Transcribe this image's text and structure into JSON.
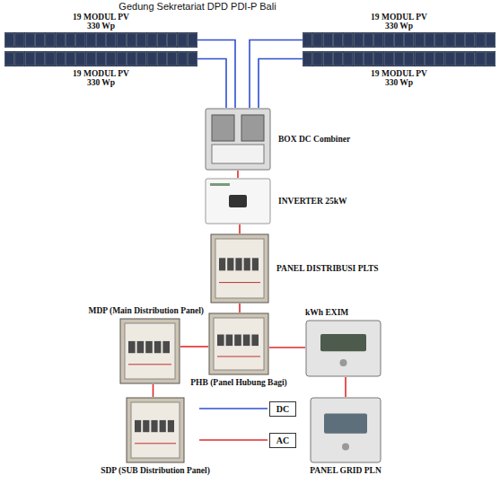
{
  "diagram": {
    "title": "Gedung Sekretariat DPD PDI-P Bali",
    "nodes": [
      {
        "text": [
          "19 MODUL PV 330 Wp"
        ]
      },
      {
        "text": [
          "19 MODUL PV 330 Wp"
        ]
      },
      {
        "text": [
          "19 MODUL PV 330 Wp"
        ]
      },
      {
        "text": [
          "19 MODUL PV 330 Wp"
        ]
      },
      {
        "text": [
          "BOX DC Combiner"
        ]
      },
      {
        "text": [
          "INVERTER 25kW"
        ]
      },
      {
        "text": [
          "PANEL DISTRIBUSI PLTS"
        ]
      },
      {
        "text": [
          "MDP (Main Distribution Panel)"
        ]
      },
      {
        "text": [
          "PHB (Panel Hubung Bagi)"
        ]
      },
      {
        "text": [
          "kWh EXIM"
        ]
      },
      {
        "text": [
          "SDP (SUB Distribution Panel)"
        ]
      },
      {
        "text": [
          "PANEL GRID PLN"
        ]
      }
    ],
    "edges": [
      {
        "from": 0,
        "to": 4,
        "arrow": "none"
      },
      {
        "from": 1,
        "to": 4,
        "arrow": "none"
      },
      {
        "from": 2,
        "to": 4,
        "arrow": "none"
      },
      {
        "from": 3,
        "to": 4,
        "arrow": "none"
      },
      {
        "from": 4,
        "to": 5,
        "arrow": "none"
      },
      {
        "from": 5,
        "to": 6,
        "arrow": "none"
      },
      {
        "from": 6,
        "to": 8,
        "arrow": "none"
      },
      {
        "from": 8,
        "to": 7,
        "arrow": "none"
      },
      {
        "from": 8,
        "to": 9,
        "arrow": "none"
      },
      {
        "from": 7,
        "to": 10,
        "arrow": "none"
      },
      {
        "from": 9,
        "to": 11,
        "arrow": "none"
      }
    ],
    "legend": [
      {
        "text": "DC"
      },
      {
        "text": "AC"
      }
    ]
  }
}
